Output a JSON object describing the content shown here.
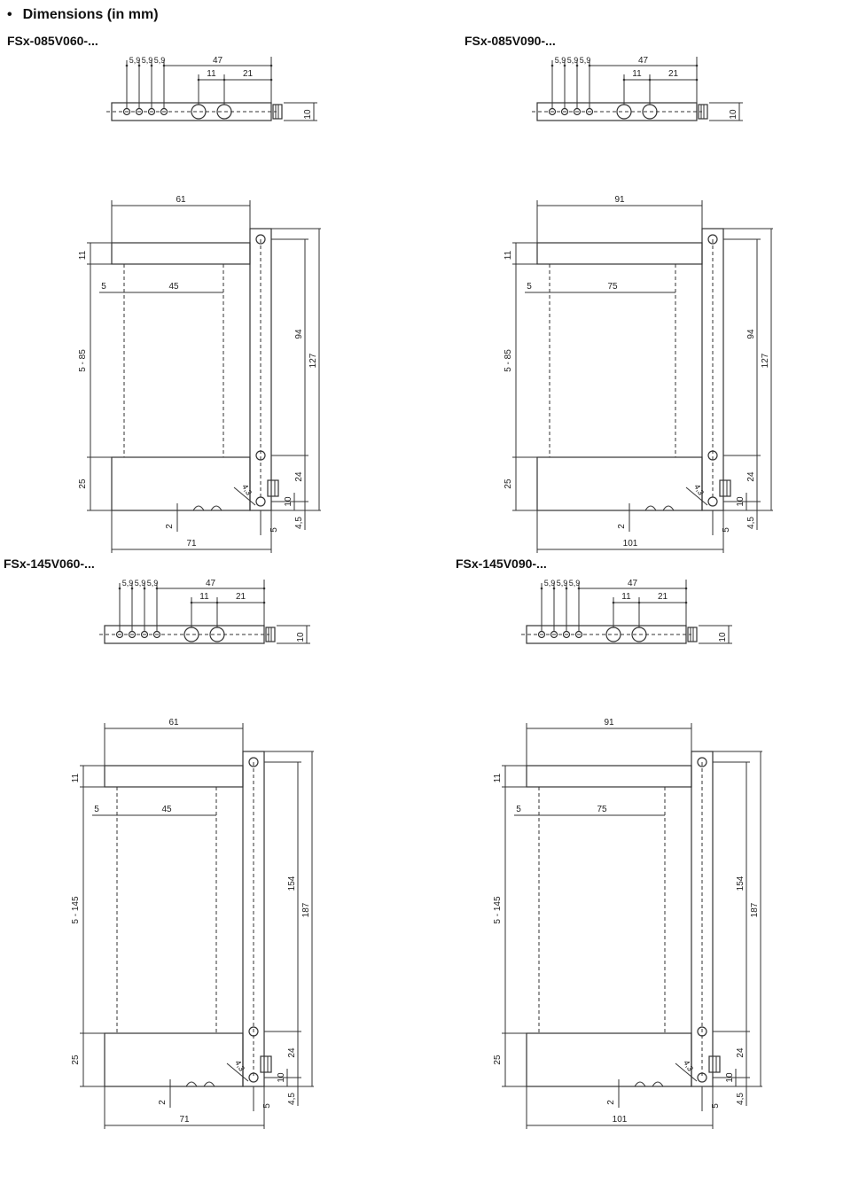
{
  "heading": {
    "bullet": "•",
    "text": "Dimensions (in mm)"
  },
  "panels": [
    {
      "title": "FSx-085V060-...",
      "top_dims": {
        "pitch": "5,9",
        "d47": "47",
        "d11": "11",
        "d21": "21",
        "d10": "10"
      },
      "side_dims": {
        "width_outer": "61",
        "width_inner": "45",
        "offset": "5",
        "h11": "11",
        "range": "5 - 85",
        "h25": "25",
        "h2": "2",
        "h94": "94",
        "h127": "127",
        "h24": "24",
        "h10": "10",
        "h45": "4,5",
        "d43": "4,3",
        "w5": "5",
        "base": "71"
      }
    },
    {
      "title": "FSx-085V090-...",
      "top_dims": {
        "pitch": "5,9",
        "d47": "47",
        "d11": "11",
        "d21": "21",
        "d10": "10"
      },
      "side_dims": {
        "width_outer": "91",
        "width_inner": "75",
        "offset": "5",
        "h11": "11",
        "range": "5 - 85",
        "h25": "25",
        "h2": "2",
        "h94": "94",
        "h127": "127",
        "h24": "24",
        "h10": "10",
        "h45": "4,5",
        "d43": "4,3",
        "w5": "5",
        "base": "101"
      }
    },
    {
      "title": "FSx-145V060-...",
      "top_dims": {
        "pitch": "5,9",
        "d47": "47",
        "d11": "11",
        "d21": "21",
        "d10": "10"
      },
      "side_dims": {
        "width_outer": "61",
        "width_inner": "45",
        "offset": "5",
        "h11": "11",
        "range": "5 - 145",
        "h25": "25",
        "h2": "2",
        "h94": "154",
        "h127": "187",
        "h24": "24",
        "h10": "10",
        "h45": "4,5",
        "d43": "4,3",
        "w5": "5",
        "base": "71"
      }
    },
    {
      "title": "FSx-145V090-...",
      "top_dims": {
        "pitch": "5,9",
        "d47": "47",
        "d11": "11",
        "d21": "21",
        "d10": "10"
      },
      "side_dims": {
        "width_outer": "91",
        "width_inner": "75",
        "offset": "5",
        "h11": "11",
        "range": "5 - 145",
        "h25": "25",
        "h2": "2",
        "h94": "154",
        "h127": "187",
        "h24": "24",
        "h10": "10",
        "h45": "4,5",
        "d43": "4,3",
        "w5": "5",
        "base": "101"
      }
    }
  ],
  "colors": {
    "line": "#333333",
    "text": "#222222"
  }
}
